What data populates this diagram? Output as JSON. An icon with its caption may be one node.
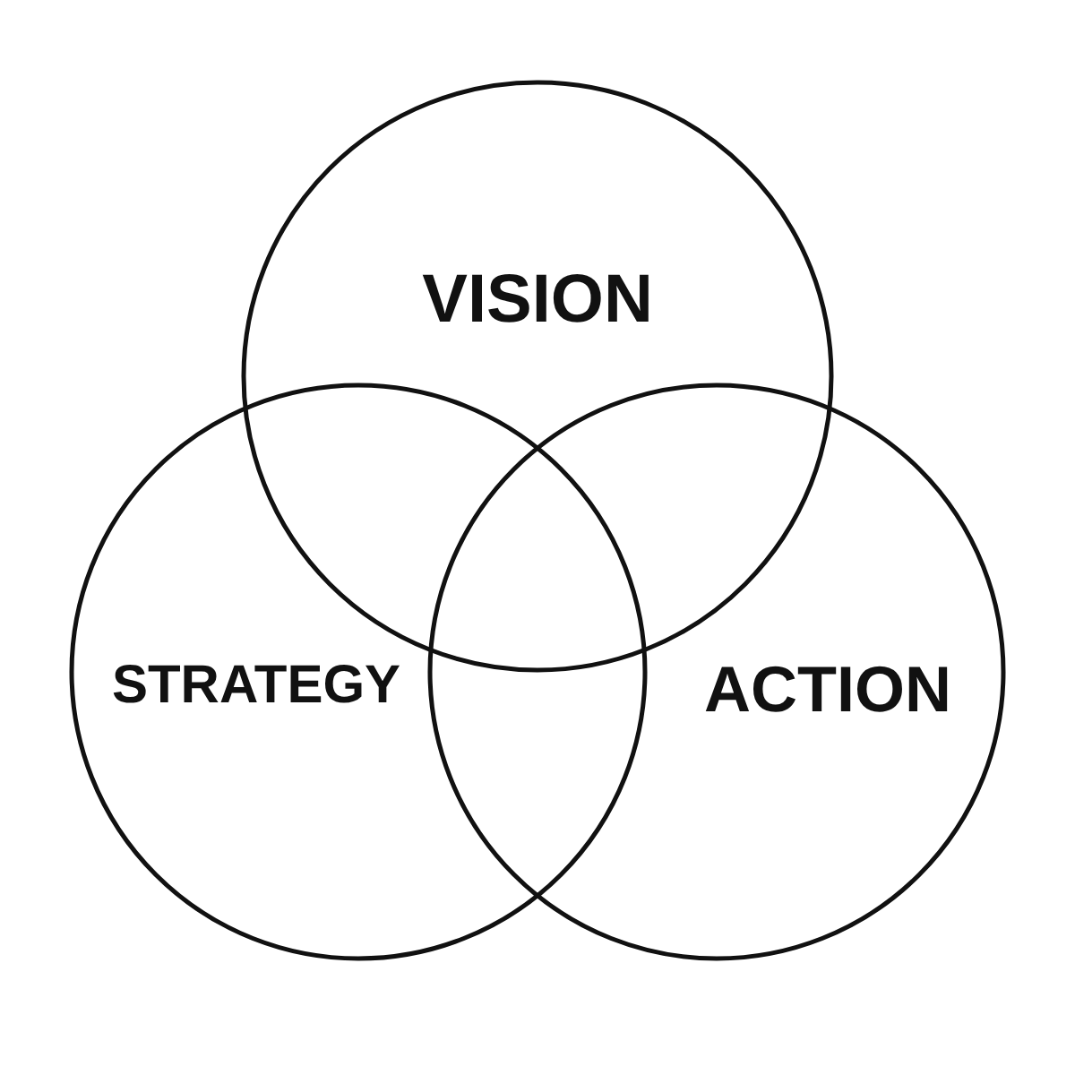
{
  "diagram": {
    "nodes": [
      {
        "text": [
          "VISION"
        ]
      },
      {
        "text": [
          "STRATEGY"
        ]
      },
      {
        "text": [
          "ACTION"
        ]
      }
    ]
  }
}
